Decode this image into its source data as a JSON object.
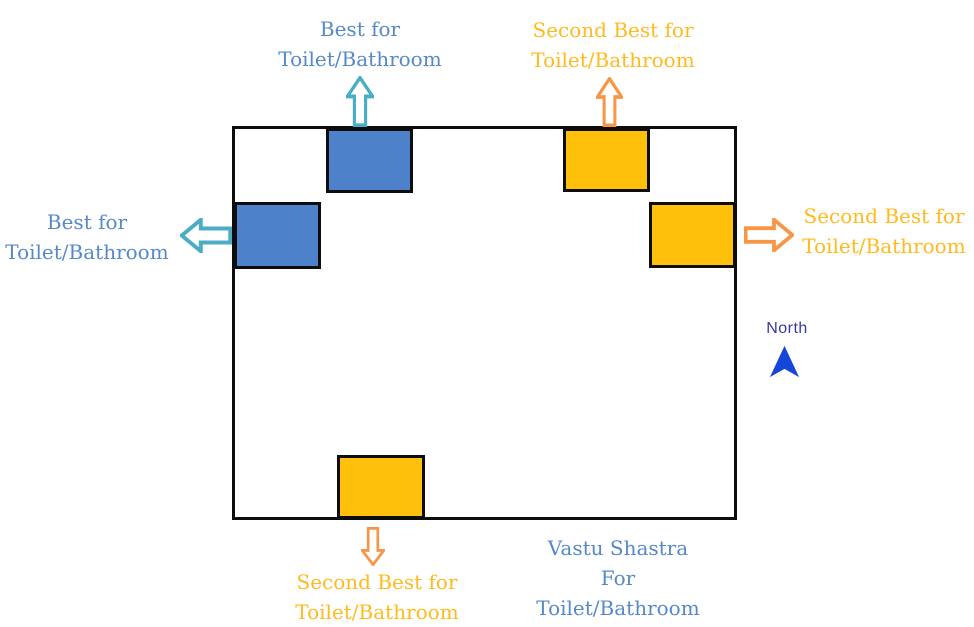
{
  "diagram": {
    "caption": {
      "lines": [
        "Vastu Shastra",
        "For",
        "Toilet/Bathroom"
      ]
    },
    "north_label": "North"
  },
  "labels": {
    "top_best": {
      "lines": [
        "Best for",
        "Toilet/Bathroom"
      ]
    },
    "left_best": {
      "lines": [
        "Best for",
        "Toilet/Bathroom"
      ]
    },
    "top_second_best": {
      "lines": [
        "Second Best for",
        "Toilet/Bathroom"
      ]
    },
    "right_second_best": {
      "lines": [
        "Second Best for",
        "Toilet/Bathroom"
      ]
    },
    "bottom_second_best": {
      "lines": [
        "Second Best for",
        "Toilet/Bathroom"
      ]
    }
  },
  "zones": [
    {
      "edge": "top-center",
      "rank": "best",
      "fill": "#4d82cb"
    },
    {
      "edge": "top-right",
      "rank": "second-best",
      "fill": "#fec00b"
    },
    {
      "edge": "left-upper",
      "rank": "best",
      "fill": "#4d82cb"
    },
    {
      "edge": "right-upper",
      "rank": "second-best",
      "fill": "#fec00b"
    },
    {
      "edge": "bottom-center",
      "rank": "second-best",
      "fill": "#fec00b"
    }
  ],
  "colors": {
    "best_square_fill": "#4d82cb",
    "second_best_square_fill": "#fec00b",
    "best_label_text": "#5589c7",
    "second_best_label_text": "#ffba1e",
    "best_arrow_outline": "#4bacc6",
    "second_best_arrow_outline": "#f79646",
    "plan_outline": "#0d0d0d",
    "north_label_text": "#39399b",
    "north_arrow_fill": "#1546d8"
  }
}
